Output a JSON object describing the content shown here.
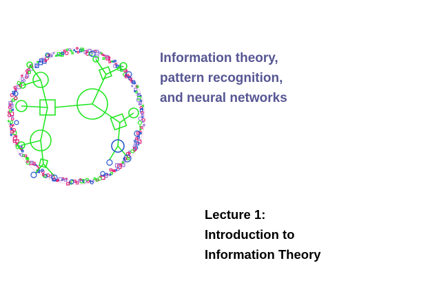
{
  "slide": {
    "course_title_lines": [
      "Information theory,",
      "pattern recognition,",
      "and neural networks"
    ],
    "lecture_title_lines": [
      "Lecture 1:",
      "Introduction to",
      "Information Theory"
    ],
    "logo_icon": "hyperbolic-network-logo-icon"
  },
  "colors": {
    "course_title": "#565693",
    "lecture_title": "#000000",
    "background": "#ffffff",
    "logo_green": "#22e622",
    "logo_blue": "#2255cc",
    "logo_magenta": "#e0207a",
    "logo_lavender": "#9a7ad8"
  }
}
